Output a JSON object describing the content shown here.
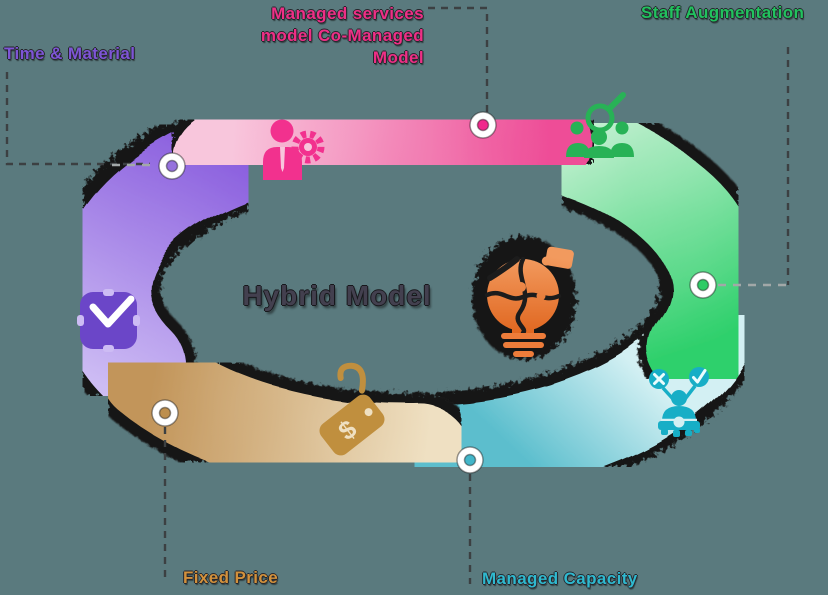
{
  "background_color": "#5a7a7e",
  "center": {
    "title": "Hybrid Model",
    "title_color": "#43404f",
    "icon": "puzzle-lightbulb-icon",
    "icon_color": "#ed7c3a",
    "icon_color_dark": "#e0661f",
    "icon_color_light": "#f29a5e"
  },
  "segments": [
    {
      "id": "time-and-material",
      "label": "Time & Material",
      "label_color": "#7d55d6",
      "band_light": "#cdbcf4",
      "band_dark": "#8a5ede",
      "icon": "clock-stamp-icon",
      "icon_color": "#6b46c8",
      "marker_color": "#9672dd"
    },
    {
      "id": "managed-services",
      "label": "Managed services model Co-Managed Model",
      "label_lines": [
        "Managed services",
        "model Co-Managed",
        "Model"
      ],
      "label_color": "#ee2f86",
      "band_light": "#f8c6dc",
      "band_dark": "#ee4d97",
      "icon": "manager-gear-icon",
      "icon_color": "#f2318e",
      "marker_color": "#f0288c"
    },
    {
      "id": "staff-augmentation",
      "label": "Staff Augmentation",
      "label_color": "#21c25e",
      "band_light": "#cdf2d8",
      "band_dark": "#2fd06c",
      "icon": "staff-search-icon",
      "icon_color": "#28b256",
      "marker_color": "#2ecc66"
    },
    {
      "id": "managed-capacity",
      "label": "Managed Capacity",
      "label_color": "#2fb9cf",
      "band_light": "#d3f0f3",
      "band_dark": "#5bbecd",
      "icon": "decision-gear-icon",
      "icon_color": "#17aec6",
      "marker_color": "#43b6c9"
    },
    {
      "id": "fixed-price",
      "label": "Fixed Price",
      "label_color": "#d2913c",
      "band_light": "#efe0c2",
      "band_dark": "#c2955a",
      "icon": "price-tag-icon",
      "icon_color": "#c08f3e",
      "currency_symbol": "$",
      "marker_color": "#bd8f4e"
    }
  ]
}
